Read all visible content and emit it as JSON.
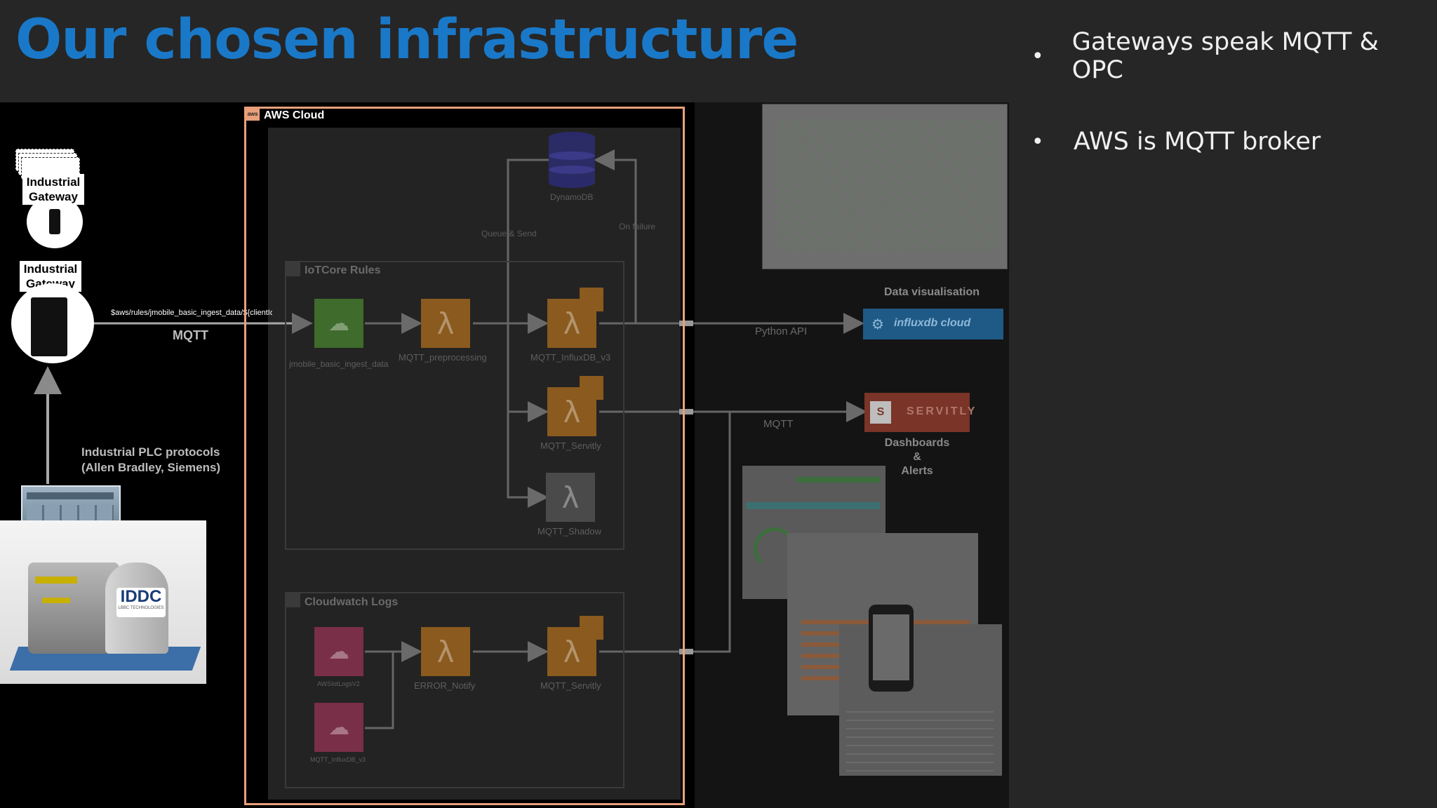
{
  "slide": {
    "title": "Our chosen infrastructure",
    "bullets": [
      "Gateways speak MQTT & OPC",
      "AWS is MQTT broker"
    ]
  },
  "diagram": {
    "gateway_stack_label": "Industrial Gateway",
    "gateway_main_label": "Industrial Gateway",
    "mqtt_topic": "$aws/rules/jmobile_basic_ingest_data/${clientId}",
    "mqtt_label_left": "MQTT",
    "plc_protocols_line1": "Industrial PLC protocols",
    "plc_protocols_line2": "(Allen Bradley, Siemens)",
    "aws_badge": "aws",
    "aws_cloud_label": "AWS Cloud",
    "dynamodb_label": "DynamoDB",
    "queue_send_label": "Queue & Send",
    "on_failure_label": "On failure",
    "iotcore_rules_label": "IoTCore Rules",
    "cloudwatch_logs_label": "Cloudwatch Logs",
    "services": {
      "ingest": "jmobile_basic_ingest_data",
      "preprocessing": "MQTT_preprocessing",
      "influx": "MQTT_InfluxDB_v3",
      "servitly": "MQTT_Servitly",
      "shadow": "MQTT_Shadow",
      "aws_iot_logs": "AWSIotLogsV2",
      "error_notify": "ERROR_Notify",
      "servitly2": "MQTT_Servitly",
      "influx_logs": "MQTT_InfluxDB_v3"
    },
    "lambda_symbol": "λ",
    "data_visualisation_label": "Data visualisation",
    "python_api_label": "Python API",
    "influx_cloud_label": "influxdb cloud",
    "mqtt_label_right": "MQTT",
    "servitly_label": "SERVITLY",
    "dashboards_line1": "Dashboards",
    "dashboards_line2": "&",
    "dashboards_line3": "Alerts",
    "machine_logo": "IDDC",
    "machine_sub": "LBBC TECHNOLOGIES"
  },
  "colors": {
    "title": "#1a78c8",
    "aws_frame": "#e9a07a",
    "lambda_orange": "#8a5a1e",
    "iot_green": "#3f6b2c",
    "cloudwatch_pink": "#7a2f48",
    "influx_blue": "#1f5a86",
    "servitly_red": "#7a3428"
  }
}
